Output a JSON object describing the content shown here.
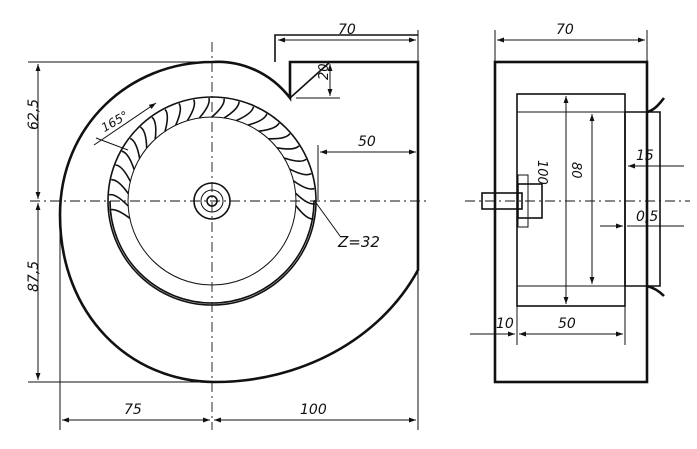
{
  "dimensions": {
    "top_width_front": "70",
    "outlet_height": "20",
    "upper_radius": "62,5",
    "lower_radius": "87,5",
    "outlet_offset": "50",
    "left_extent": "75",
    "right_extent": "100",
    "blade_angle": "165°",
    "blade_count": "Z=32",
    "top_width_side": "70",
    "inlet_width": "15",
    "wheel_diameter_outer": "100",
    "wheel_diameter_inner": "80",
    "clearance": "0,5",
    "wall_gap": "10",
    "wheel_width": "50"
  }
}
